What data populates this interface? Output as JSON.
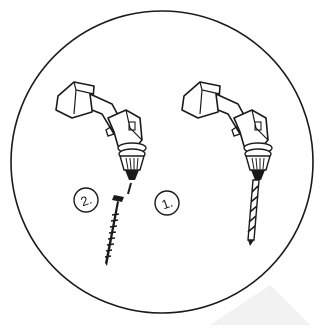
{
  "steps": [
    {
      "label": "2.",
      "tool": "drill-with-screw"
    },
    {
      "label": "1.",
      "tool": "drill-with-bit"
    }
  ],
  "colors": {
    "line": "#1a1a1a",
    "background": "#ffffff",
    "watermark": "#f2f2f2"
  }
}
